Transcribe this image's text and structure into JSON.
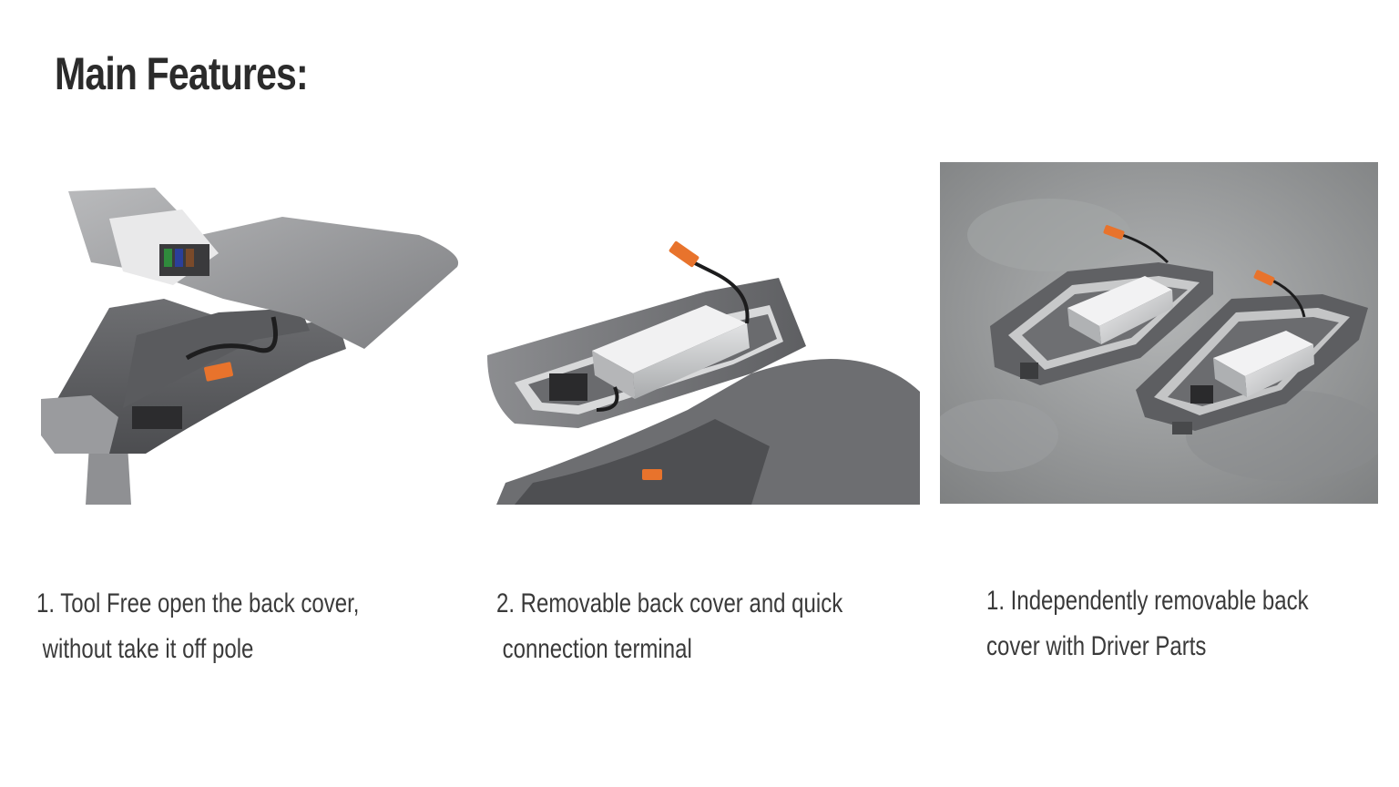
{
  "page": {
    "title": "Main Features:"
  },
  "features": [
    {
      "line1": "1. Tool Free open the back cover,",
      "line2": " without take it off pole",
      "image_icon": "street-light-open-cover-image"
    },
    {
      "line1": "2. Removable back cover and quick",
      "line2": " connection terminal",
      "image_icon": "removable-cover-terminal-image"
    },
    {
      "line1": "1. Independently removable back",
      "line2": "cover with Driver Parts",
      "image_icon": "driver-cover-pair-image"
    }
  ],
  "colors": {
    "housing": "#8a8a8c",
    "housing_dark": "#5f6063",
    "connector": "#e8732c",
    "concrete": "#9a9c9d"
  }
}
